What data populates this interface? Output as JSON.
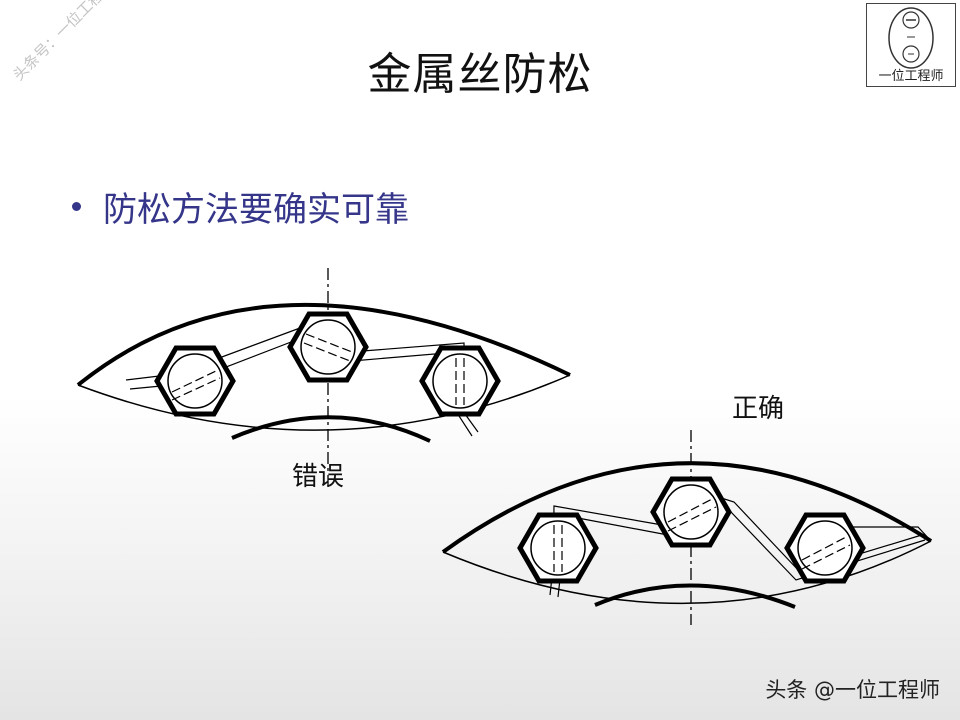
{
  "title": "金属丝防松",
  "bullet": "防松方法要确实可靠",
  "watermark": "头条号：一位工程师",
  "logo_text": "一位工程师",
  "labels": {
    "wrong": "错误",
    "correct": "正确"
  },
  "footer": "头条 @一位工程师"
}
